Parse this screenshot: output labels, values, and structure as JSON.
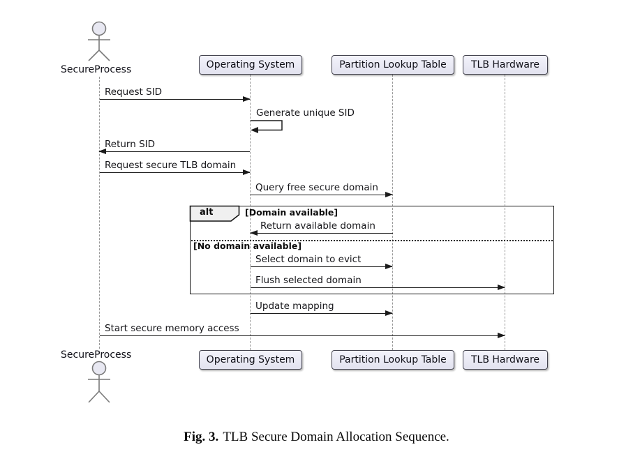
{
  "diagram": {
    "type": "uml-sequence",
    "actor": {
      "name": "SecureProcess"
    },
    "participants": [
      {
        "name": "Operating System"
      },
      {
        "name": "Partition Lookup Table"
      },
      {
        "name": "TLB Hardware"
      }
    ],
    "messages": [
      {
        "label": "Request SID",
        "from": "SecureProcess",
        "to": "Operating System"
      },
      {
        "label": "Generate unique SID",
        "from": "Operating System",
        "to": "Operating System",
        "self": true
      },
      {
        "label": "Return SID",
        "from": "Operating System",
        "to": "SecureProcess"
      },
      {
        "label": "Request secure TLB domain",
        "from": "SecureProcess",
        "to": "Operating System"
      },
      {
        "label": "Query free secure domain",
        "from": "Operating System",
        "to": "Partition Lookup Table"
      },
      {
        "label": "Return available domain",
        "from": "Partition Lookup Table",
        "to": "Operating System",
        "guard": "[Domain available]"
      },
      {
        "label": "Select domain to evict",
        "from": "Operating System",
        "to": "Partition Lookup Table",
        "guard": "[No domain available]"
      },
      {
        "label": "Flush selected domain",
        "from": "Operating System",
        "to": "TLB Hardware",
        "guard": "[No domain available]"
      },
      {
        "label": "Update mapping",
        "from": "Operating System",
        "to": "Partition Lookup Table"
      },
      {
        "label": "Start secure memory access",
        "from": "SecureProcess",
        "to": "TLB Hardware"
      }
    ],
    "alt_frame": {
      "operator": "alt",
      "guards": [
        "[Domain available]",
        "[No domain available]"
      ]
    },
    "colors": {
      "participant_fill": "#e9e9f4",
      "participant_border": "#43434e",
      "lifeline": "#989898",
      "arrow": "#1b1b1b",
      "frame_border": "#141414",
      "alt_tag_fill": "#f0f0f0"
    }
  },
  "caption": {
    "label": "Fig. 3.",
    "text": "TLB Secure Domain Allocation Sequence."
  }
}
